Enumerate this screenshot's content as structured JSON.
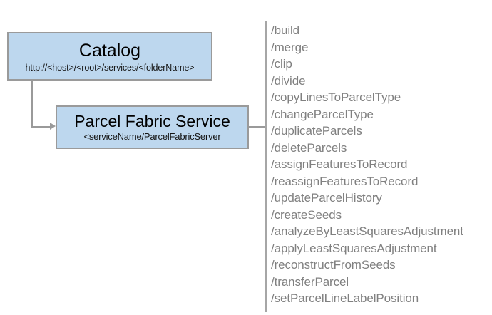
{
  "diagram": {
    "nodes": [
      {
        "id": "catalog",
        "title": "Catalog",
        "subtitle": "http://<host>/<root>/services/<folderName>"
      },
      {
        "id": "parcel-fabric-service",
        "title": "Parcel Fabric Service",
        "subtitle": "<serviceName/ParcelFabricServer"
      }
    ],
    "connectors": [
      {
        "id": "catalog-to-service",
        "type": "elbow-arrow",
        "from": "catalog",
        "to": "parcel-fabric-service"
      },
      {
        "id": "service-to-operations",
        "type": "line",
        "from": "parcel-fabric-service",
        "to": "operations"
      }
    ],
    "operations": [
      "/build",
      "/merge",
      "/clip",
      "/divide",
      "/copyLinesToParcelType",
      "/changeParcelType",
      "/duplicateParcels",
      "/deleteParcels",
      "/assignFeaturesToRecord",
      "/reassignFeaturesToRecord",
      "/updateParcelHistory",
      "/createSeeds",
      "/analyzeByLeastSquaresAdjustment",
      "/applyLeastSquaresAdjustment",
      "/reconstructFromSeeds",
      "/transferParcel",
      "/setParcelLineLabelPosition"
    ],
    "colors": {
      "node_fill": "#bdd7ee",
      "node_border": "#9a9a9a",
      "connector": "#9a9a9a",
      "divider": "#a6a6a6",
      "operation_text": "#808080",
      "title_text": "#000000",
      "background": "#ffffff"
    }
  }
}
